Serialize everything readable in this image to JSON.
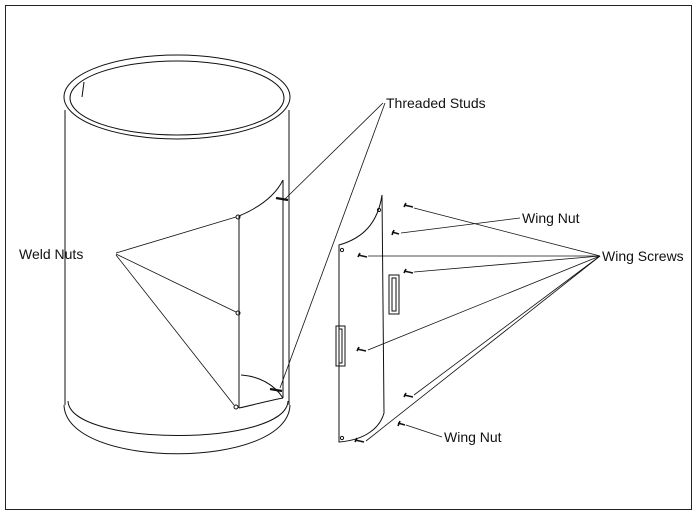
{
  "labels": {
    "threaded_studs": "Threaded Studs",
    "weld_nuts": "Weld Nuts",
    "wing_nut_top": "Wing Nut",
    "wing_screws": "Wing Screws",
    "wing_nut_bottom": "Wing Nut"
  }
}
